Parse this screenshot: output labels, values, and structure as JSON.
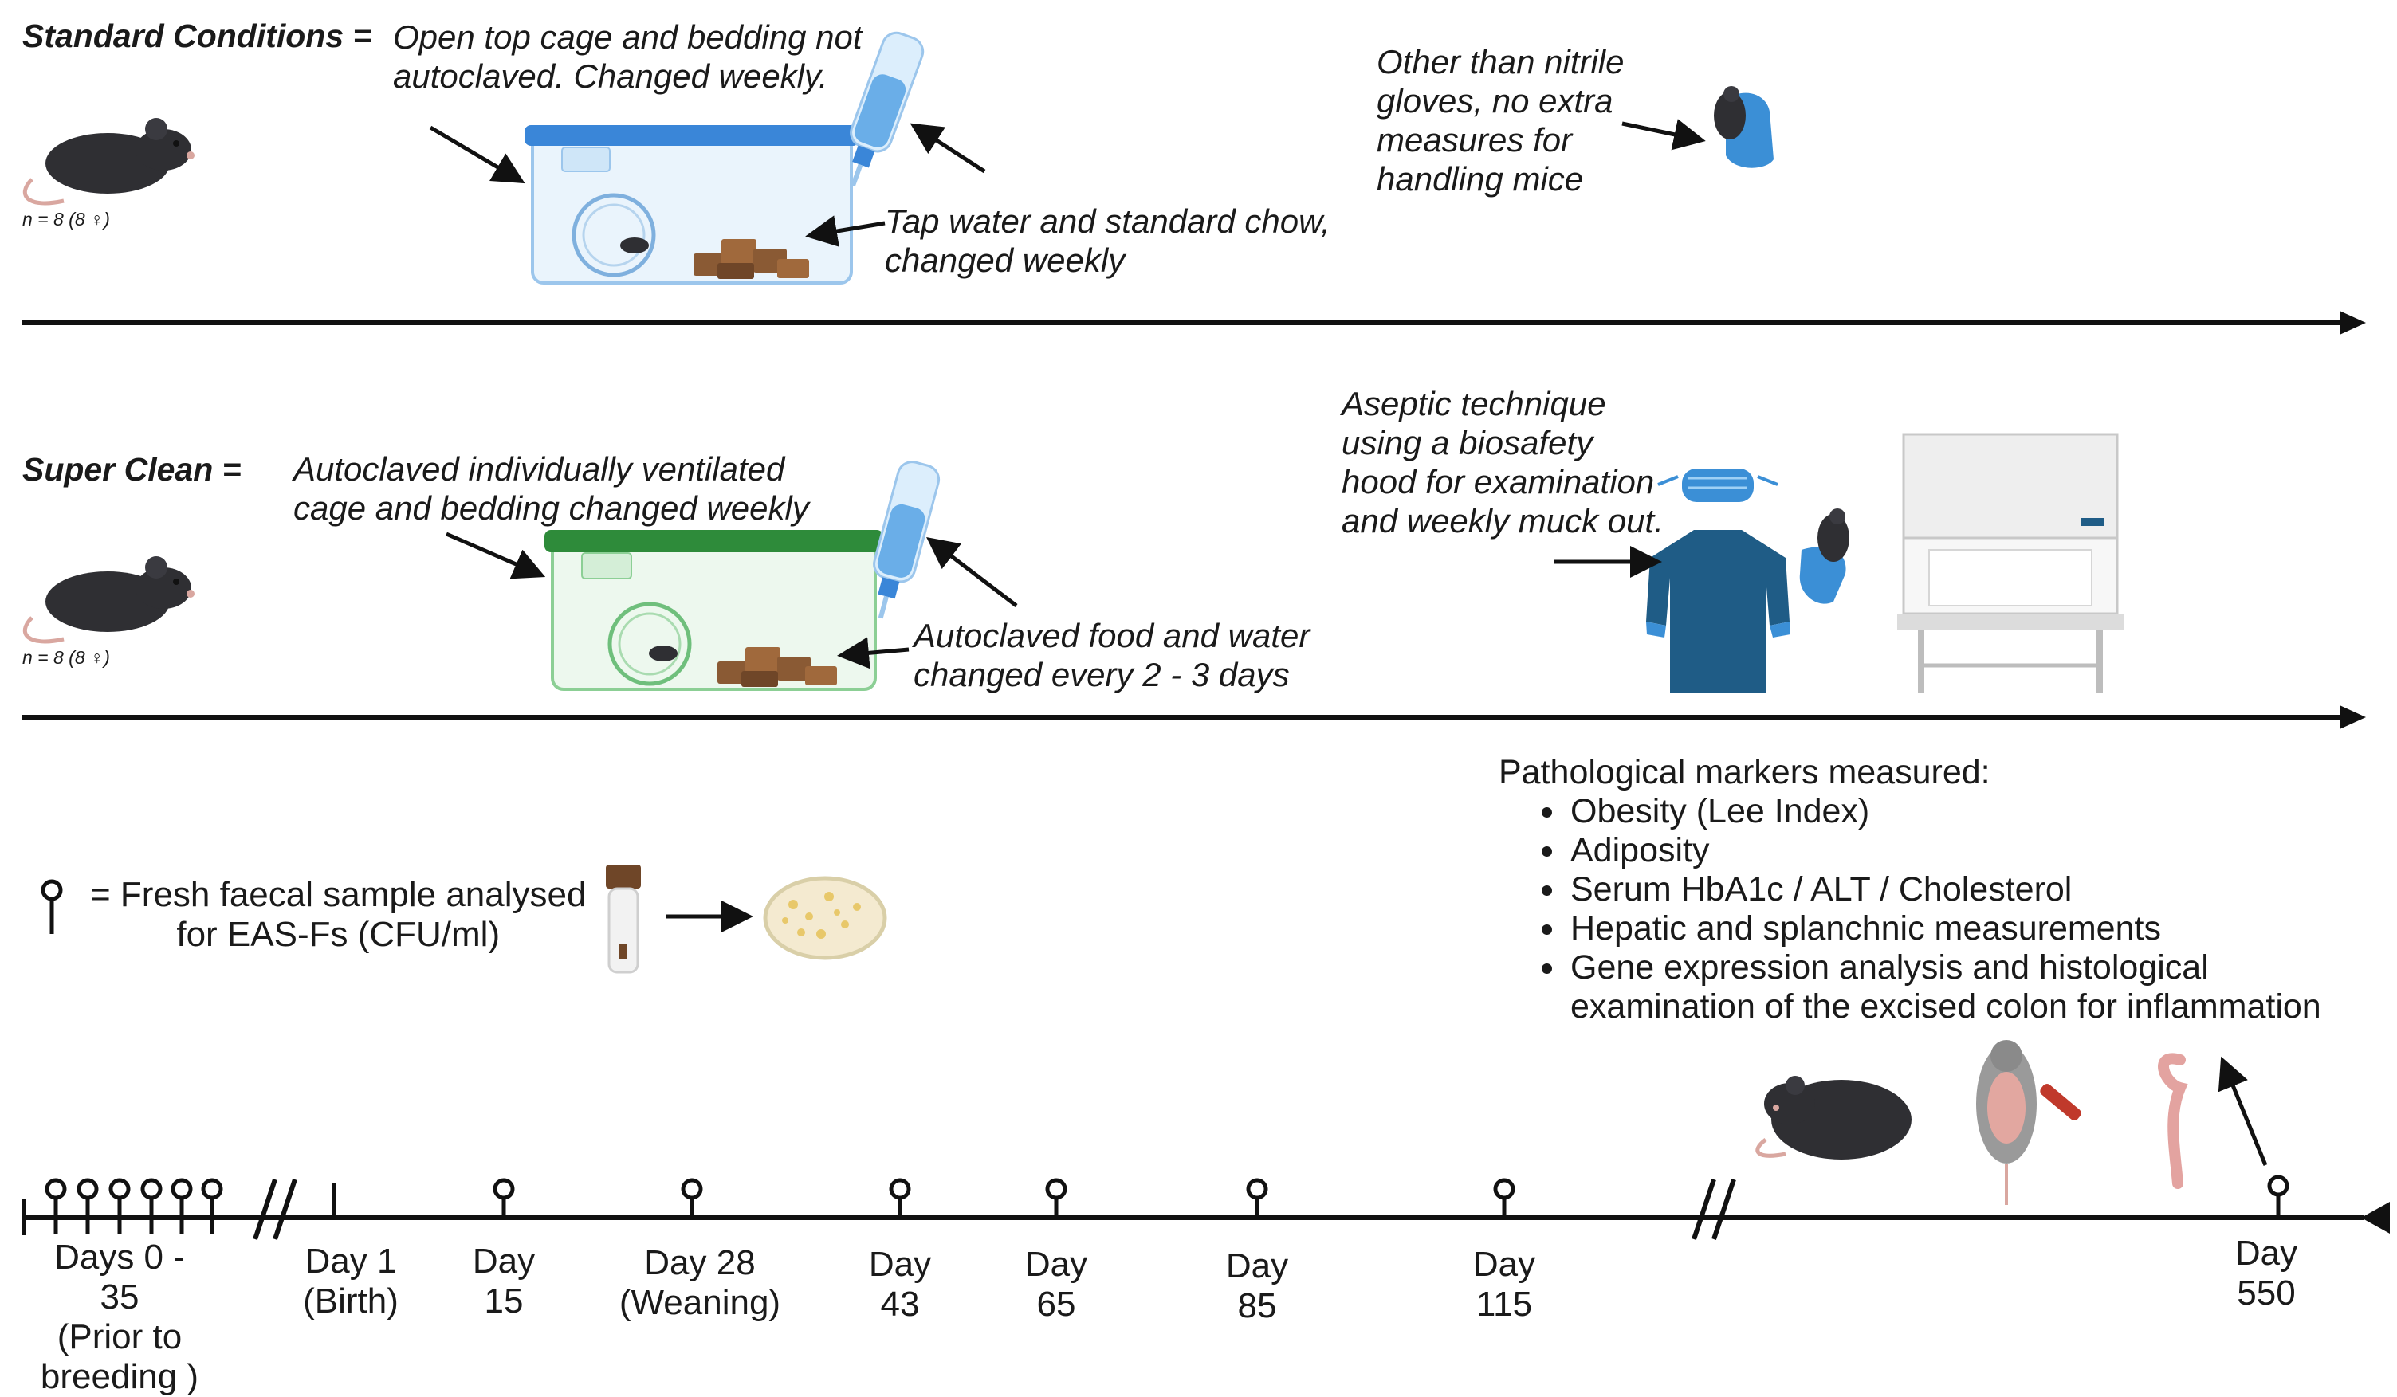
{
  "standard": {
    "title": "Standard Conditions =",
    "n_label": "n = 8 (8 ♀)",
    "cage_note": "Open top cage and bedding not\nautoclaved. Changed weekly.",
    "food_note": "Tap water and standard chow,\nchanged weekly",
    "handling_note": "Other than nitrile\ngloves, no extra\nmeasures for\nhandling mice",
    "cage_color": "#3a86d8"
  },
  "superclean": {
    "title": "Super Clean =",
    "n_label": "n = 8 (8 ♀)",
    "cage_note": "Autoclaved individually ventilated\ncage and bedding changed weekly",
    "food_note": "Autoclaved food and water\nchanged every 2 - 3 days",
    "aseptic_note": "Aseptic technique\nusing a biosafety\nhood for examination\nand weekly muck out.",
    "cage_color": "#2e8b3a"
  },
  "legend": {
    "symbol_text": "= Fresh faecal sample analysed\nfor EAS-Fs (CFU/ml)"
  },
  "markers": {
    "heading": "Pathological markers measured:",
    "items": [
      "Obesity (Lee Index)",
      "Adiposity",
      "Serum HbA1c / ALT / Cholesterol",
      "Hepatic and splanchnic measurements",
      "Gene expression analysis and histological\nexamination of the excised colon for inflammation"
    ]
  },
  "timeline": {
    "labels": [
      "Days 0 - 35\n(Prior to\nbreeding )",
      "Day 1\n(Birth)",
      "Day\n15",
      "Day 28\n(Weaning)",
      "Day\n43",
      "Day\n65",
      "Day\n85",
      "Day\n115",
      "Day\n550"
    ]
  },
  "colors": {
    "mouse": "#2f2f33",
    "gown": "#1f5c86",
    "glove": "#3b8fd6",
    "chow": "#8a5a34"
  }
}
